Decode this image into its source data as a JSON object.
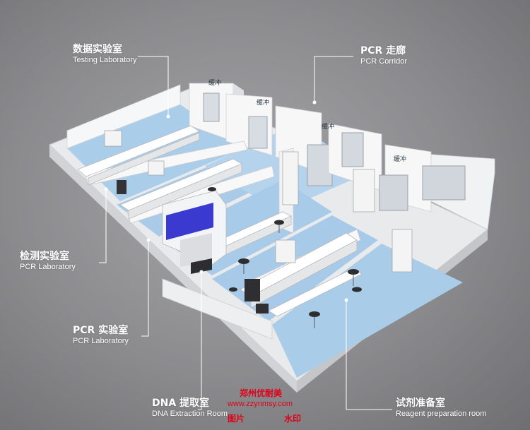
{
  "labels": {
    "testing_lab": {
      "zh": "数据实验室",
      "en": "Testing Laboratory"
    },
    "pcr_corridor": {
      "zh": "PCR 走廊",
      "en": "PCR Corridor"
    },
    "detection_lab": {
      "zh": "检测实验室",
      "en": "PCR Laboratory"
    },
    "pcr_lab": {
      "zh": "PCR 实验室",
      "en": "PCR Laboratory"
    },
    "dna_room": {
      "zh": "DNA 提取室",
      "en": "DNA Extraction Room"
    },
    "reagent_room": {
      "zh": "试剂准备室",
      "en": "Reagent preparation room"
    }
  },
  "buffer_labels": [
    "缓冲",
    "缓冲",
    "缓冲",
    "缓冲"
  ],
  "watermark": {
    "company": "郑州优耐美",
    "url": "www.zzynmsy.com",
    "left": "图片",
    "right": "水印"
  },
  "colors": {
    "floor": "#a9cde9",
    "wall": "#f4f5f7",
    "leader_line": "#ffffff",
    "label_text": "#ffffff",
    "watermark_text": "#e0001a",
    "hood_panel": "#3a3ad0"
  }
}
